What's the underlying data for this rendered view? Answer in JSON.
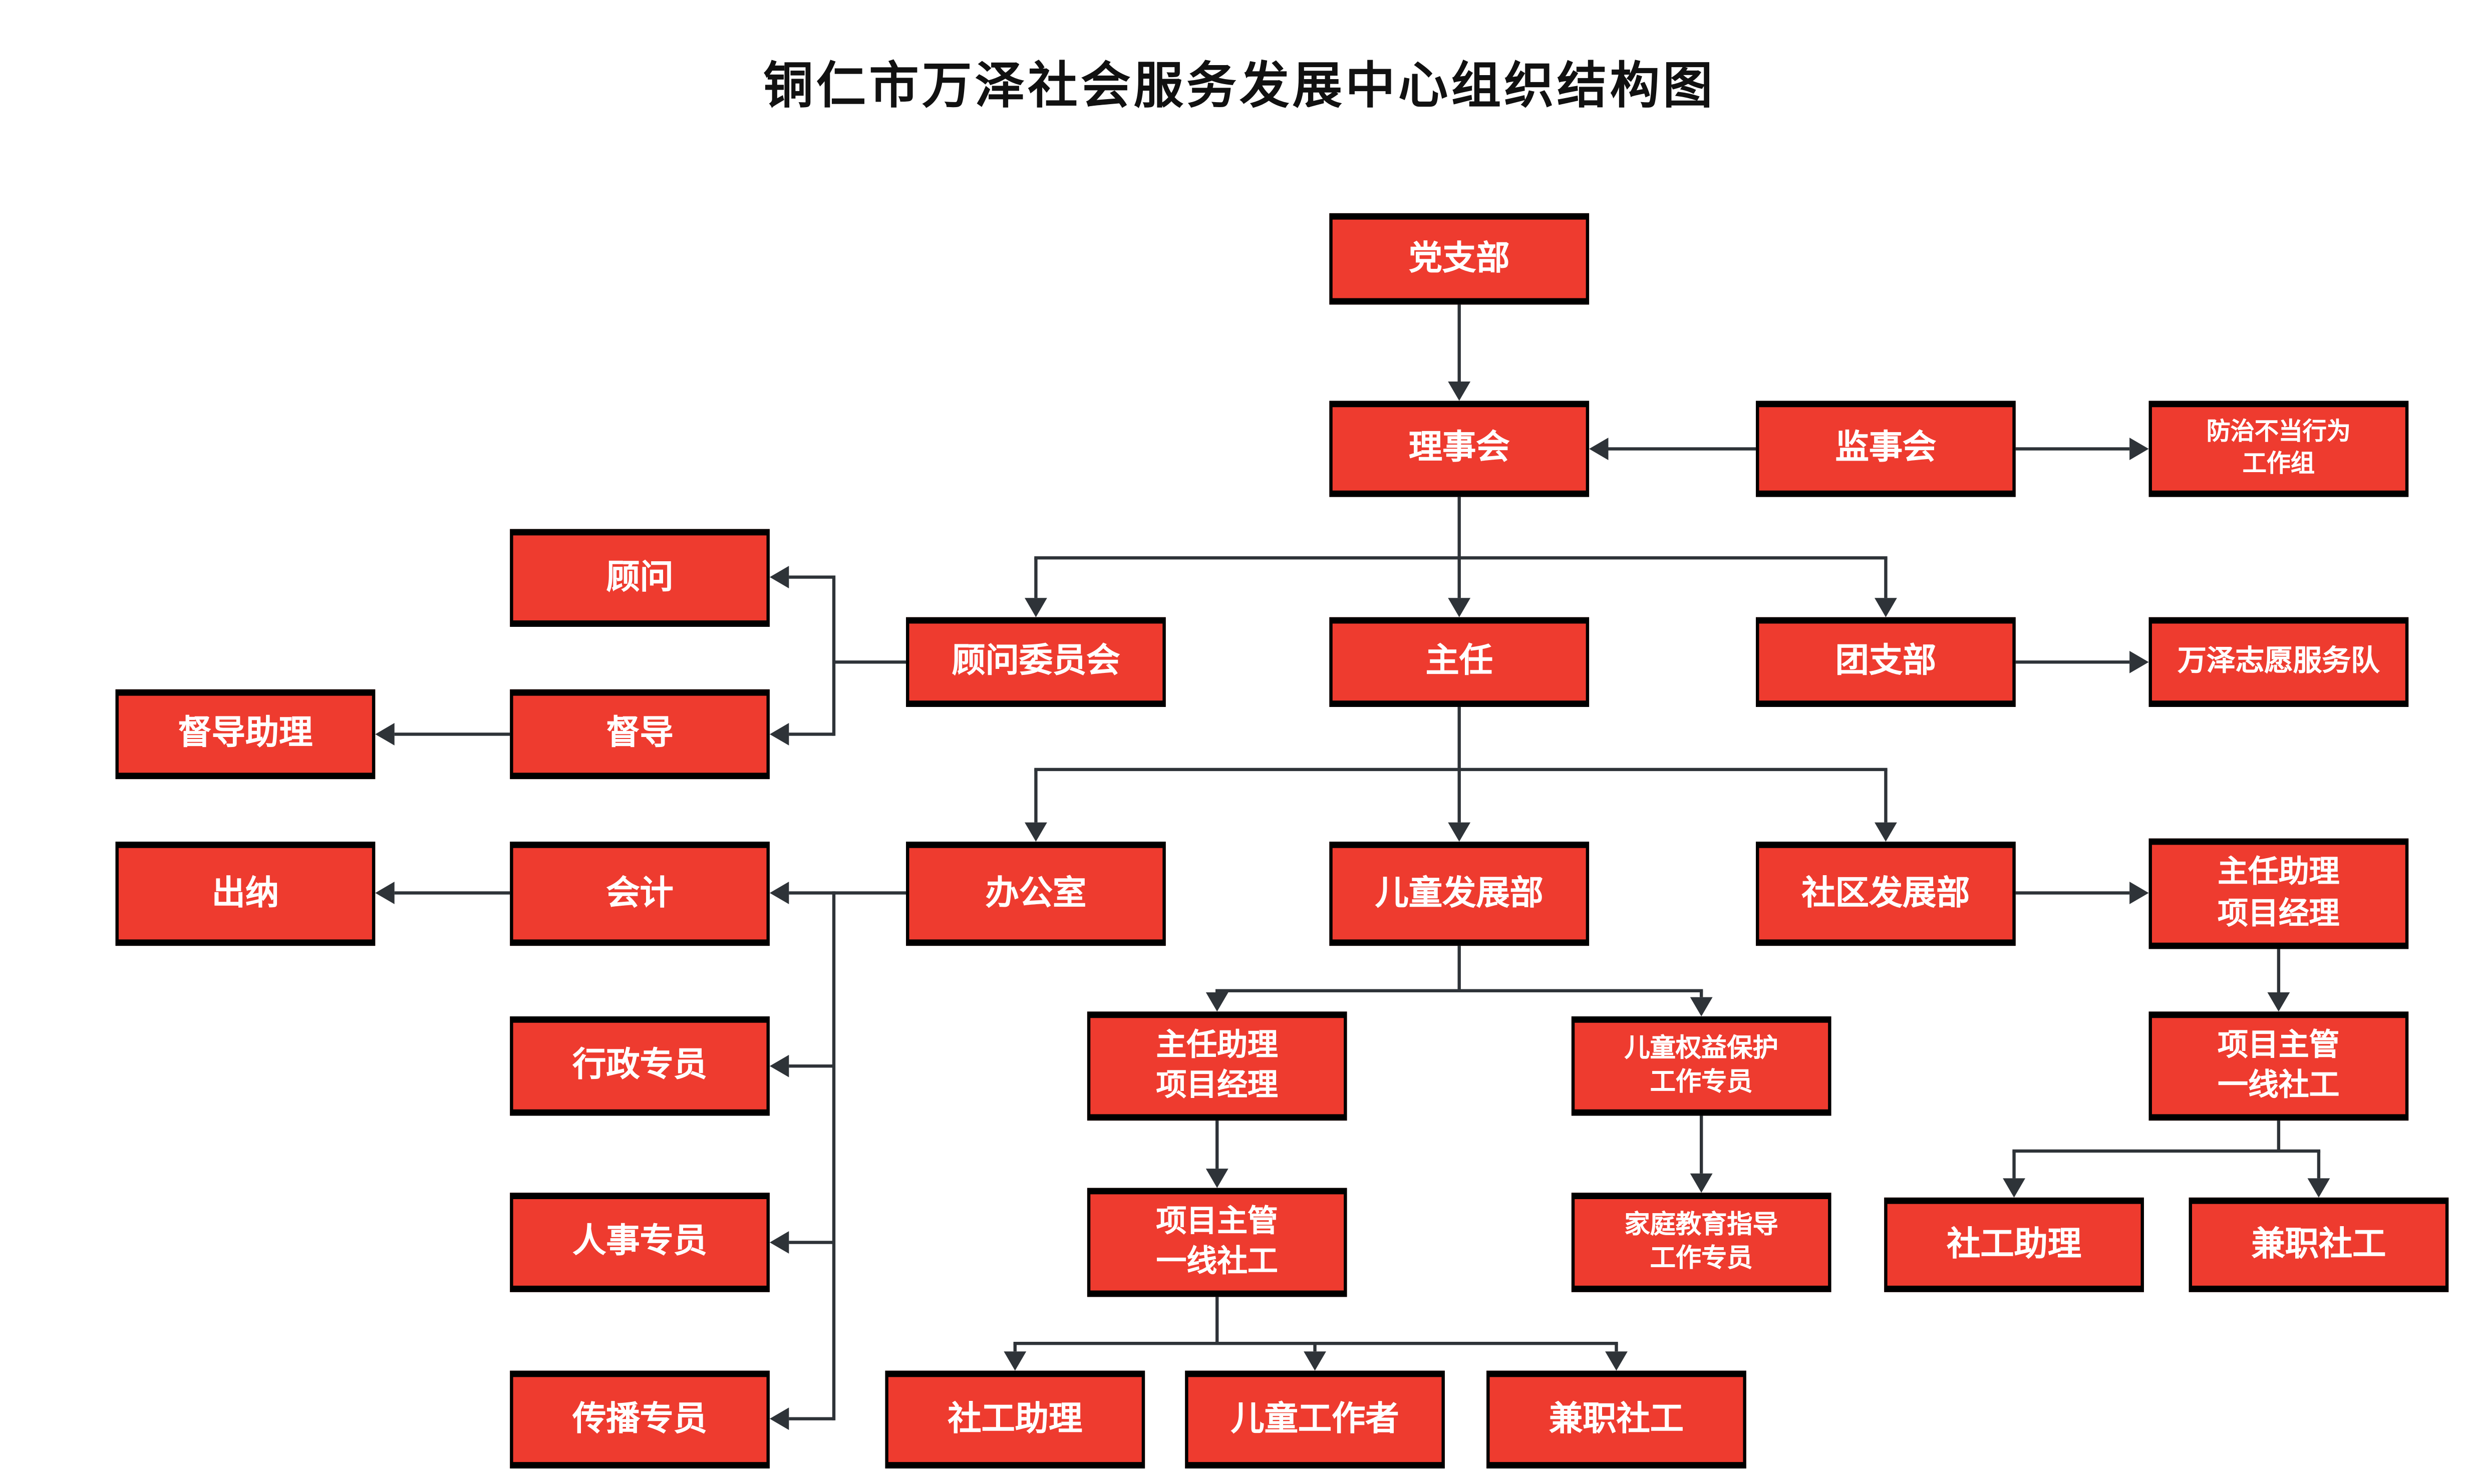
{
  "title": "铜仁市万泽社会服务发展中心组织结构图",
  "colors": {
    "node_fill": "#EE3B2F",
    "node_border": "#000000",
    "node_text": "#FFFFFF",
    "connector": "#2E3338",
    "background": "#FFFFFF",
    "title_text": "#111111"
  },
  "nodes": {
    "party_branch": "党支部",
    "council": "理事会",
    "supervisory_board": "监事会",
    "misconduct_prevention_group": "防治不当行为\n工作组",
    "advisor": "顾问",
    "advisory_committee": "顾问委员会",
    "director": "主任",
    "youth_league_branch": "团支部",
    "wanze_volunteer_team": "万泽志愿服务队",
    "supervision_assistant": "督导助理",
    "supervisor": "督导",
    "cashier": "出纳",
    "accountant": "会计",
    "office": "办公室",
    "child_development_dept": "儿童发展部",
    "community_development_dept": "社区发展部",
    "director_assistant_pm_right": "主任助理\n项目经理",
    "admin_specialist": "行政专员",
    "director_assistant_pm_mid": "主任助理\n项目经理",
    "child_rights_specialist": "儿童权益保护\n工作专员",
    "project_lead_sw_right": "项目主管\n一线社工",
    "hr_specialist": "人事专员",
    "project_lead_sw_mid": "项目主管\n一线社工",
    "family_edu_specialist": "家庭教育指导\n工作专员",
    "sw_assistant_right": "社工助理",
    "parttime_sw_right": "兼职社工",
    "communication_specialist": "传播专员",
    "sw_assistant_mid": "社工助理",
    "child_worker": "儿童工作者",
    "parttime_sw_mid": "兼职社工"
  },
  "edges": [
    {
      "from": "party_branch",
      "to": "council"
    },
    {
      "from": "supervisory_board",
      "to": "council"
    },
    {
      "from": "supervisory_board",
      "to": "misconduct_prevention_group"
    },
    {
      "from": "council",
      "to": "advisory_committee"
    },
    {
      "from": "council",
      "to": "director"
    },
    {
      "from": "council",
      "to": "youth_league_branch"
    },
    {
      "from": "advisory_committee",
      "to": "advisor"
    },
    {
      "from": "advisory_committee",
      "to": "supervisor"
    },
    {
      "from": "supervisor",
      "to": "supervision_assistant"
    },
    {
      "from": "youth_league_branch",
      "to": "wanze_volunteer_team"
    },
    {
      "from": "director",
      "to": "office"
    },
    {
      "from": "director",
      "to": "child_development_dept"
    },
    {
      "from": "director",
      "to": "community_development_dept"
    },
    {
      "from": "office",
      "to": "accountant"
    },
    {
      "from": "office",
      "to": "admin_specialist"
    },
    {
      "from": "office",
      "to": "hr_specialist"
    },
    {
      "from": "office",
      "to": "communication_specialist"
    },
    {
      "from": "accountant",
      "to": "cashier"
    },
    {
      "from": "child_development_dept",
      "to": "director_assistant_pm_mid"
    },
    {
      "from": "child_development_dept",
      "to": "child_rights_specialist"
    },
    {
      "from": "director_assistant_pm_mid",
      "to": "project_lead_sw_mid"
    },
    {
      "from": "child_rights_specialist",
      "to": "family_edu_specialist"
    },
    {
      "from": "project_lead_sw_mid",
      "to": "sw_assistant_mid"
    },
    {
      "from": "project_lead_sw_mid",
      "to": "child_worker"
    },
    {
      "from": "project_lead_sw_mid",
      "to": "parttime_sw_mid"
    },
    {
      "from": "community_development_dept",
      "to": "director_assistant_pm_right"
    },
    {
      "from": "director_assistant_pm_right",
      "to": "project_lead_sw_right"
    },
    {
      "from": "project_lead_sw_right",
      "to": "sw_assistant_right"
    },
    {
      "from": "project_lead_sw_right",
      "to": "parttime_sw_right"
    }
  ]
}
